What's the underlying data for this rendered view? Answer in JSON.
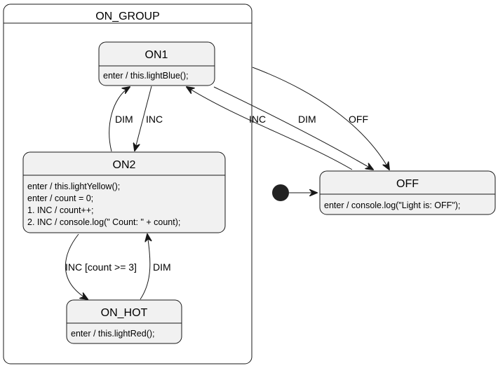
{
  "group": {
    "title": "ON_GROUP"
  },
  "states": {
    "on1": {
      "title": "ON1",
      "lines": [
        "enter / this.lightBlue();"
      ]
    },
    "on2": {
      "title": "ON2",
      "lines": [
        "enter / this.lightYellow();",
        "enter / count = 0;",
        "1. INC / count++;",
        "2. INC / console.log(\" Count: \" + count);"
      ]
    },
    "on_hot": {
      "title": "ON_HOT",
      "lines": [
        "enter / this.lightRed();"
      ]
    },
    "off": {
      "title": "OFF",
      "lines": [
        "enter / console.log(\"Light is: OFF\");"
      ]
    }
  },
  "transitions": {
    "on2_to_on1": "DIM",
    "on1_to_on2": "INC",
    "on2_to_hot": "INC [count >= 3]",
    "hot_to_on2": "DIM",
    "off_to_on1": "INC",
    "on1_to_off": "DIM",
    "group_to_off": "OFF"
  }
}
